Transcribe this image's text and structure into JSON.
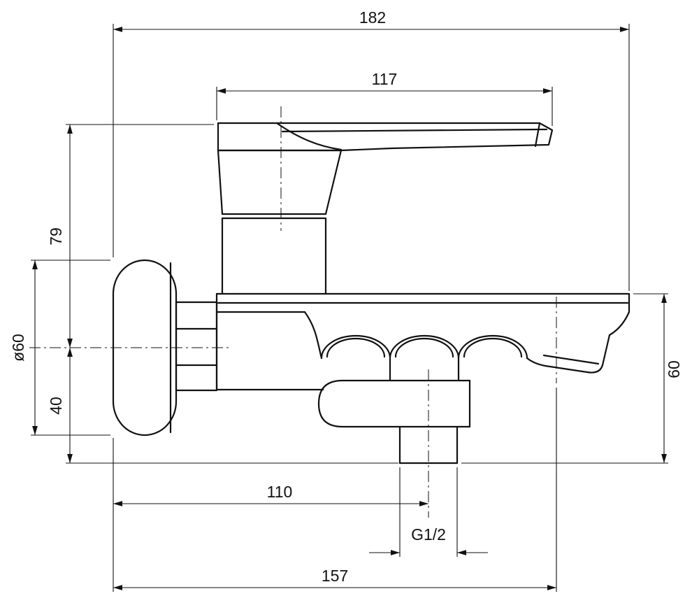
{
  "drawing": {
    "subject": "wall-mounted bath mixer faucet - side elevation with dimensions",
    "units": "mm",
    "colors": {
      "line": "#111111",
      "background": "#ffffff"
    },
    "dims": {
      "overall_length": "182",
      "lever_length": "117",
      "top_to_axis": "79",
      "flange_diameter": "ø60",
      "axis_to_bottom": "40",
      "body_height": "60",
      "axis_to_outlet": "110",
      "outlet_thread": "G1/2",
      "wall_to_diverter": "157"
    }
  }
}
